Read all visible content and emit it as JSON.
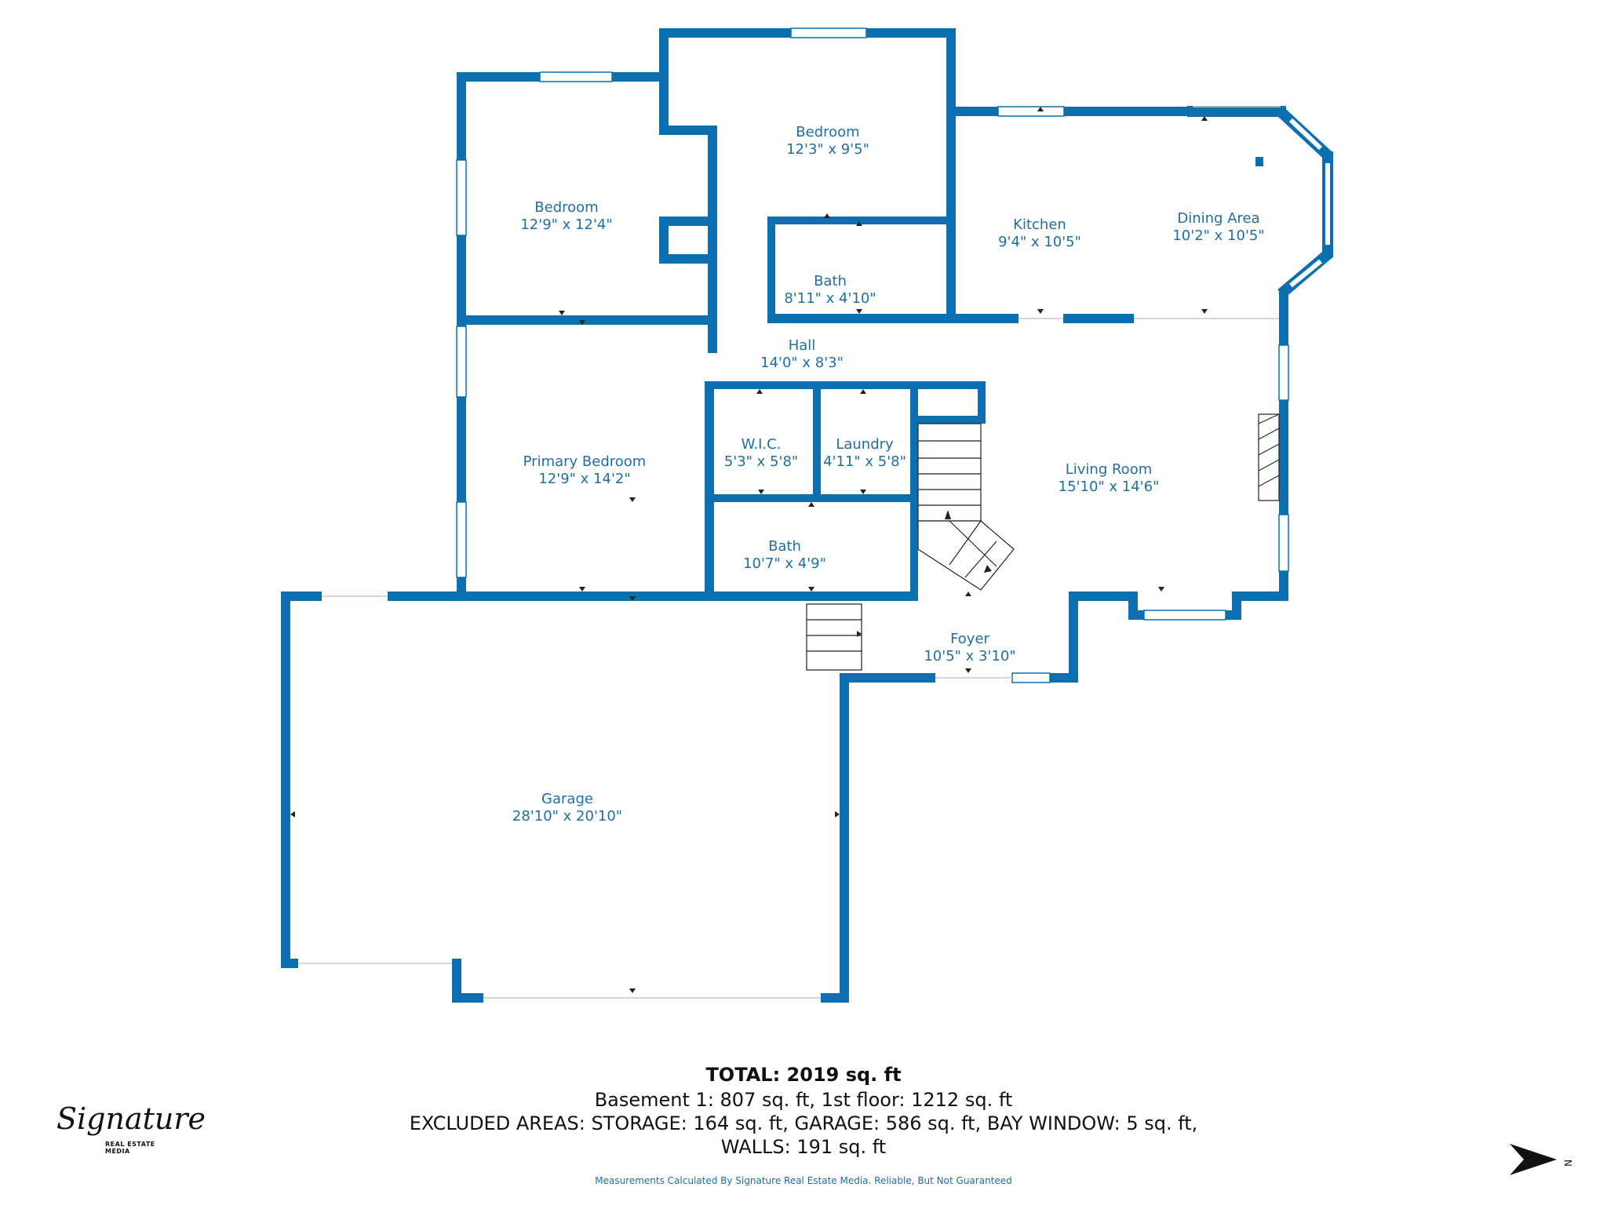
{
  "rooms": {
    "bedroom_2": {
      "name": "Bedroom",
      "dims": "12'3\" x 9'5\""
    },
    "bedroom_1": {
      "name": "Bedroom",
      "dims": "12'9\" x 12'4\""
    },
    "kitchen": {
      "name": "Kitchen",
      "dims": "9'4\" x 10'5\""
    },
    "dining": {
      "name": "Dining Area",
      "dims": "10'2\" x 10'5\""
    },
    "bath_upper": {
      "name": "Bath",
      "dims": "8'11\" x 4'10\""
    },
    "hall": {
      "name": "Hall",
      "dims": "14'0\" x 8'3\""
    },
    "primary_bedroom": {
      "name": "Primary Bedroom",
      "dims": "12'9\" x 14'2\""
    },
    "wic": {
      "name": "W.I.C.",
      "dims": "5'3\" x 5'8\""
    },
    "laundry": {
      "name": "Laundry",
      "dims": "4'11\" x 5'8\""
    },
    "living_room": {
      "name": "Living Room",
      "dims": "15'10\" x 14'6\""
    },
    "bath_lower": {
      "name": "Bath",
      "dims": "10'7\" x 4'9\""
    },
    "foyer": {
      "name": "Foyer",
      "dims": "10'5\" x 3'10\""
    },
    "garage": {
      "name": "Garage",
      "dims": "28'10\" x 20'10\""
    }
  },
  "summary": {
    "total": "TOTAL: 2019 sq. ft",
    "line1": "Basement 1: 807 sq. ft, 1st floor: 1212 sq. ft",
    "line2": "EXCLUDED AREAS: STORAGE: 164 sq. ft, GARAGE: 586 sq. ft, BAY WINDOW: 5 sq. ft,",
    "line3": "WALLS: 191 sq. ft",
    "disclaimer": "Measurements Calculated By Signature Real Estate Media. Reliable, But Not Guaranteed"
  },
  "logo": {
    "script": "Signature",
    "sub": "REAL ESTATE MEDIA"
  },
  "compass": {
    "label": "N",
    "icon": "north-arrow-icon"
  },
  "colors": {
    "wall": "#0b6fb0",
    "text": "#1f6fa6",
    "window": "#ffffff"
  }
}
